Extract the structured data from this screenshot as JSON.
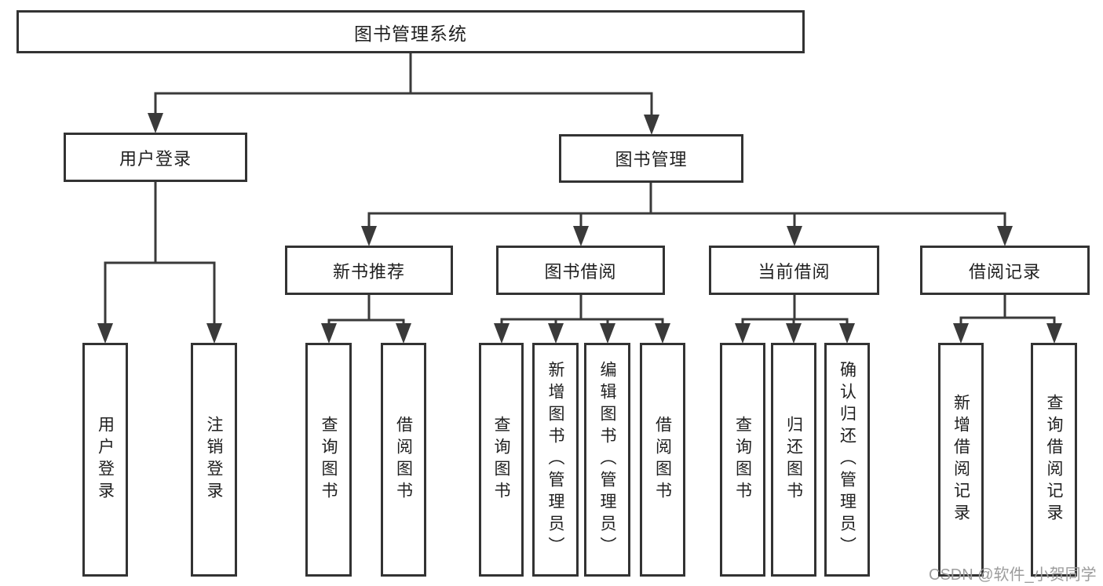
{
  "diagram": {
    "title": "图书管理系统",
    "level2": [
      "用户登录",
      "图书管理"
    ],
    "level3": [
      "新书推荐",
      "图书借阅",
      "当前借阅",
      "借阅记录"
    ],
    "leaves": [
      "用户登录",
      "注销登录",
      "查询图书",
      "借阅图书",
      "查询图书",
      "新增图书（管理员）",
      "编辑图书（管理员）",
      "借阅图书",
      "查询图书",
      "归还图书",
      "确认归还（管理员）",
      "新增借阅记录",
      "查询借阅记录"
    ]
  },
  "watermark": "CSDN @软件_小贺同学",
  "colors": {
    "line": "#3a3a3a",
    "box_border": "#333333",
    "text": "#1f1f1f",
    "background": "#ffffff",
    "watermark": "#9c9c9c"
  }
}
